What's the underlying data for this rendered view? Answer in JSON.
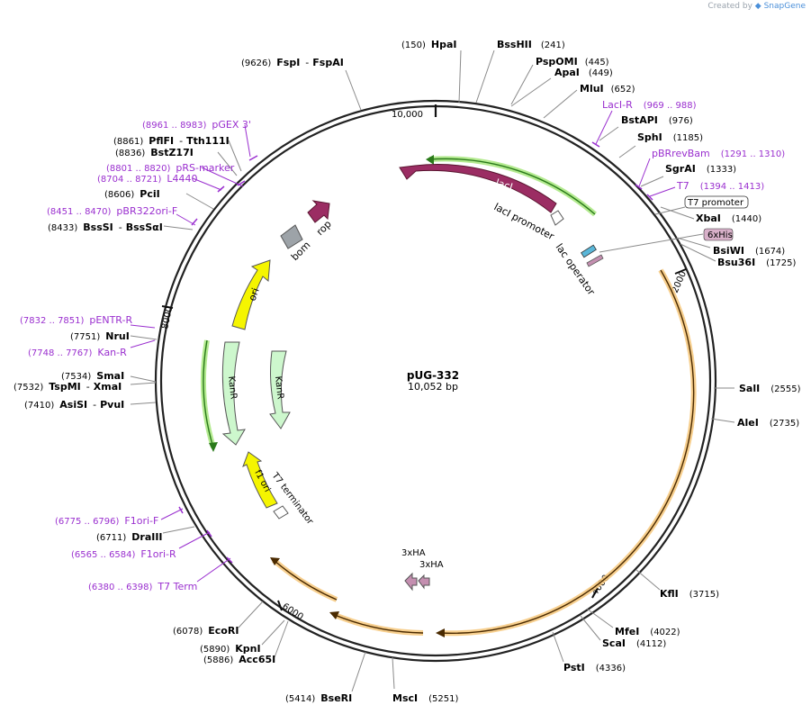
{
  "credit": {
    "prefix": "Created by",
    "brand": "SnapGene"
  },
  "plasmid": {
    "name": "pUG-332",
    "size_label": "10,052 bp"
  },
  "ruler": [
    "10,000",
    "2000",
    "4000",
    "6000",
    "8000"
  ],
  "sites": [
    {
      "id": "fspi",
      "pos": "(9626)",
      "names": [
        "FspI",
        "-",
        "FspAI"
      ]
    },
    {
      "id": "hpai",
      "pos": "(150)",
      "names": [
        "HpaI"
      ]
    },
    {
      "id": "bsshii",
      "pos": "(241)",
      "names": [
        "BssHII"
      ]
    },
    {
      "id": "pspomi",
      "pos": "(445)",
      "names": [
        "PspOMI"
      ]
    },
    {
      "id": "apai",
      "pos": "(449)",
      "names": [
        "ApaI"
      ]
    },
    {
      "id": "mlui",
      "pos": "(652)",
      "names": [
        "MluI"
      ]
    },
    {
      "id": "bstapi",
      "pos": "(976)",
      "names": [
        "BstAPI"
      ]
    },
    {
      "id": "sphi",
      "pos": "(1185)",
      "names": [
        "SphI"
      ]
    },
    {
      "id": "sgrai",
      "pos": "(1333)",
      "names": [
        "SgrAI"
      ]
    },
    {
      "id": "xbai",
      "pos": "(1440)",
      "names": [
        "XbaI"
      ]
    },
    {
      "id": "bsiwi",
      "pos": "(1674)",
      "names": [
        "BsiWI"
      ]
    },
    {
      "id": "bsu36i",
      "pos": "(1725)",
      "names": [
        "Bsu36I"
      ]
    },
    {
      "id": "sali",
      "pos": "(2555)",
      "names": [
        "SalI"
      ]
    },
    {
      "id": "alei",
      "pos": "(2735)",
      "names": [
        "AleI"
      ]
    },
    {
      "id": "kfli",
      "pos": "(3715)",
      "names": [
        "KflI"
      ]
    },
    {
      "id": "mfei",
      "pos": "(4022)",
      "names": [
        "MfeI"
      ]
    },
    {
      "id": "scai",
      "pos": "(4112)",
      "names": [
        "ScaI"
      ]
    },
    {
      "id": "psti",
      "pos": "(4336)",
      "names": [
        "PstI"
      ]
    },
    {
      "id": "msci",
      "pos": "(5251)",
      "names": [
        "MscI"
      ]
    },
    {
      "id": "bseri",
      "pos": "(5414)",
      "names": [
        "BseRI"
      ]
    },
    {
      "id": "kpni",
      "pos": "(5890)",
      "names": [
        "KpnI"
      ]
    },
    {
      "id": "acc65i",
      "pos": "(5886)",
      "names": [
        "Acc65I"
      ]
    },
    {
      "id": "ecori",
      "pos": "(6078)",
      "names": [
        "EcoRI"
      ]
    },
    {
      "id": "draiii",
      "pos": "(6711)",
      "names": [
        "DraIII"
      ]
    },
    {
      "id": "asisi",
      "pos": "(7410)",
      "names": [
        "AsiSI",
        "-",
        "PvuI"
      ]
    },
    {
      "id": "tspmi",
      "pos": "(7532)",
      "names": [
        "TspMI",
        "-",
        "XmaI"
      ]
    },
    {
      "id": "smai",
      "pos": "(7534)",
      "names": [
        "SmaI"
      ]
    },
    {
      "id": "nrui",
      "pos": "(7751)",
      "names": [
        "NruI"
      ]
    },
    {
      "id": "bsssi",
      "pos": "(8433)",
      "names": [
        "BssSI",
        "-",
        "BssSαI"
      ]
    },
    {
      "id": "pcii",
      "pos": "(8606)",
      "names": [
        "PciI"
      ]
    },
    {
      "id": "bstz17i",
      "pos": "(8836)",
      "names": [
        "BstZ17I"
      ]
    },
    {
      "id": "pflfi",
      "pos": "(8861)",
      "names": [
        "PflFI",
        "-",
        "Tth111I"
      ]
    }
  ],
  "primers": [
    {
      "id": "pgex3",
      "range": "(8961 .. 8983)",
      "name": "pGEX 3'"
    },
    {
      "id": "prsmarker",
      "range": "(8801 .. 8820)",
      "name": "pRS-marker"
    },
    {
      "id": "l4440",
      "range": "(8704 .. 8721)",
      "name": "L4440"
    },
    {
      "id": "pbr322ori",
      "range": "(8451 .. 8470)",
      "name": "pBR322ori-F"
    },
    {
      "id": "pentrr",
      "range": "(7832 .. 7851)",
      "name": "pENTR-R"
    },
    {
      "id": "kanr",
      "range": "(7748 .. 7767)",
      "name": "Kan-R"
    },
    {
      "id": "f1orif",
      "range": "(6775 .. 6796)",
      "name": "F1ori-F"
    },
    {
      "id": "f1orir",
      "range": "(6565 .. 6584)",
      "name": "F1ori-R"
    },
    {
      "id": "t7term",
      "range": "(6380 .. 6398)",
      "name": "T7 Term"
    },
    {
      "id": "lacir",
      "range": "(969 .. 988)",
      "name": "LacI-R"
    },
    {
      "id": "pbrrevbam",
      "range": "(1291 .. 1310)",
      "name": "pBRrevBam"
    },
    {
      "id": "t7",
      "range": "(1394 .. 1413)",
      "name": "T7"
    }
  ],
  "boxed": {
    "t7_promoter": "T7 promoter",
    "his": "6xHis"
  },
  "features": {
    "laci": "lacI",
    "laci_promoter": "lacI promoter",
    "lac_operator": "lac operator",
    "bom": "bom",
    "rop": "rop",
    "ori": "ori",
    "kanr1": "KanR",
    "kanr2": "KanR",
    "f1ori": "f1 ori",
    "t7_terminator": "T7 terminator",
    "ha1": "3xHA",
    "ha2": "3xHA"
  },
  "colors": {
    "backbone": "#222222",
    "laci": "#9b2d63",
    "rop": "#9b2d63",
    "bom": "#9da3a8",
    "ori": "#f5f500",
    "kanr": "#cdf7cd",
    "f1ori": "#f5f500",
    "ha": "#c48fb0",
    "primer": "#9a2fcf",
    "orf_green_glow": "#9be36b",
    "orf_orange_glow": "#f6c77a"
  }
}
